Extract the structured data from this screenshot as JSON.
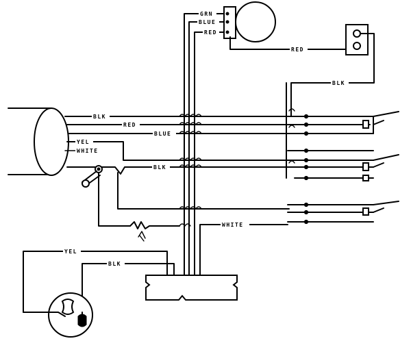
{
  "wire_labels": {
    "grn": "GRN",
    "blue_top": "BLUE",
    "red_top": "RED",
    "red_lamp": "RED",
    "blk_right": "BLK",
    "blk_main": "BLK",
    "red_main": "RED",
    "blue_main": "BLUE",
    "yel_main": "YEL",
    "white_main": "WHITE",
    "blk_mid": "BLK",
    "white_low": "WHITE",
    "yel_low": "YEL",
    "blk_low": "BLK"
  }
}
